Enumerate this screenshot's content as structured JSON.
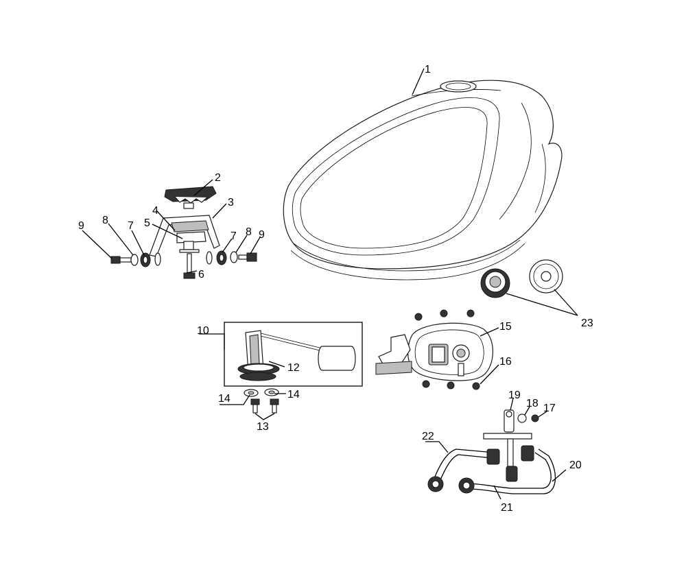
{
  "diagram": {
    "callouts": [
      {
        "id": "c1",
        "label": "1"
      },
      {
        "id": "c2",
        "label": "2"
      },
      {
        "id": "c3",
        "label": "3"
      },
      {
        "id": "c4",
        "label": "4"
      },
      {
        "id": "c5",
        "label": "5"
      },
      {
        "id": "c6",
        "label": "6"
      },
      {
        "id": "c7a",
        "label": "7"
      },
      {
        "id": "c7b",
        "label": "7"
      },
      {
        "id": "c8a",
        "label": "8"
      },
      {
        "id": "c8b",
        "label": "8"
      },
      {
        "id": "c9a",
        "label": "9"
      },
      {
        "id": "c9b",
        "label": "9"
      },
      {
        "id": "c10",
        "label": "10"
      },
      {
        "id": "c12",
        "label": "12"
      },
      {
        "id": "c13",
        "label": "13"
      },
      {
        "id": "c14a",
        "label": "14"
      },
      {
        "id": "c14b",
        "label": "14"
      },
      {
        "id": "c15",
        "label": "15"
      },
      {
        "id": "c16",
        "label": "16"
      },
      {
        "id": "c17",
        "label": "17"
      },
      {
        "id": "c18",
        "label": "18"
      },
      {
        "id": "c19",
        "label": "19"
      },
      {
        "id": "c20",
        "label": "20"
      },
      {
        "id": "c21",
        "label": "21"
      },
      {
        "id": "c22",
        "label": "22"
      },
      {
        "id": "c23",
        "label": "23"
      }
    ]
  }
}
